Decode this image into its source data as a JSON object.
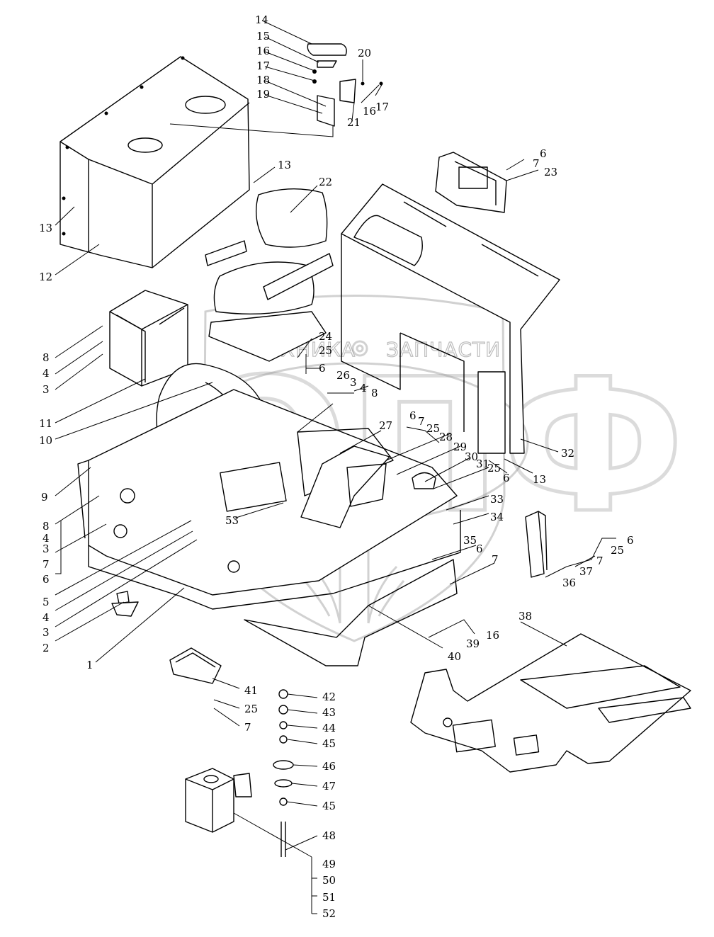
{
  "watermark": {
    "top_text": "ТЕХНИКА",
    "right_text": "ЗАПЧАСТИ",
    "logo_letters": "ЭПФ"
  },
  "callouts": [
    {
      "id": "c14",
      "label": "14"
    },
    {
      "id": "c15",
      "label": "15"
    },
    {
      "id": "c16a",
      "label": "16"
    },
    {
      "id": "c17a",
      "label": "17"
    },
    {
      "id": "c18",
      "label": "18"
    },
    {
      "id": "c19",
      "label": "19"
    },
    {
      "id": "c20",
      "label": "20"
    },
    {
      "id": "c21",
      "label": "21"
    },
    {
      "id": "c16b",
      "label": "16"
    },
    {
      "id": "c17b",
      "label": "17"
    },
    {
      "id": "c13a",
      "label": "13"
    },
    {
      "id": "c13b",
      "label": "13"
    },
    {
      "id": "c12",
      "label": "12"
    },
    {
      "id": "c22",
      "label": "22"
    },
    {
      "id": "c6a",
      "label": "6"
    },
    {
      "id": "c7a",
      "label": "7"
    },
    {
      "id": "c23",
      "label": "23"
    },
    {
      "id": "c8a",
      "label": "8"
    },
    {
      "id": "c4a",
      "label": "4"
    },
    {
      "id": "c3a",
      "label": "3"
    },
    {
      "id": "c11",
      "label": "11"
    },
    {
      "id": "c24",
      "label": "24"
    },
    {
      "id": "c25a",
      "label": "25"
    },
    {
      "id": "c6b",
      "label": "6"
    },
    {
      "id": "c26",
      "label": "26"
    },
    {
      "id": "c3b",
      "label": "3"
    },
    {
      "id": "c4b",
      "label": "4"
    },
    {
      "id": "c8b",
      "label": "8"
    },
    {
      "id": "c10",
      "label": "10"
    },
    {
      "id": "c27",
      "label": "27"
    },
    {
      "id": "c6c",
      "label": "6"
    },
    {
      "id": "c7b",
      "label": "7"
    },
    {
      "id": "c25b",
      "label": "25"
    },
    {
      "id": "c28",
      "label": "28"
    },
    {
      "id": "c29",
      "label": "29"
    },
    {
      "id": "c30",
      "label": "30"
    },
    {
      "id": "c31",
      "label": "31"
    },
    {
      "id": "c25c",
      "label": "25"
    },
    {
      "id": "c6d",
      "label": "6"
    },
    {
      "id": "c32",
      "label": "32"
    },
    {
      "id": "c13c",
      "label": "13"
    },
    {
      "id": "c9",
      "label": "9"
    },
    {
      "id": "c8c",
      "label": "8"
    },
    {
      "id": "c4c",
      "label": "4"
    },
    {
      "id": "c3c",
      "label": "3"
    },
    {
      "id": "c7c",
      "label": "7"
    },
    {
      "id": "c6e",
      "label": "6"
    },
    {
      "id": "c53",
      "label": "53"
    },
    {
      "id": "c33",
      "label": "33"
    },
    {
      "id": "c34",
      "label": "34"
    },
    {
      "id": "c5",
      "label": "5"
    },
    {
      "id": "c4d",
      "label": "4"
    },
    {
      "id": "c3d",
      "label": "3"
    },
    {
      "id": "c2",
      "label": "2"
    },
    {
      "id": "c35",
      "label": "35"
    },
    {
      "id": "c6f",
      "label": "6"
    },
    {
      "id": "c7d",
      "label": "7"
    },
    {
      "id": "c6g",
      "label": "6"
    },
    {
      "id": "c25d",
      "label": "25"
    },
    {
      "id": "c7e",
      "label": "7"
    },
    {
      "id": "c37",
      "label": "37"
    },
    {
      "id": "c36",
      "label": "36"
    },
    {
      "id": "c1",
      "label": "1"
    },
    {
      "id": "c38",
      "label": "38"
    },
    {
      "id": "c16c",
      "label": "16"
    },
    {
      "id": "c39",
      "label": "39"
    },
    {
      "id": "c40",
      "label": "40"
    },
    {
      "id": "c41",
      "label": "41"
    },
    {
      "id": "c25e",
      "label": "25"
    },
    {
      "id": "c7f",
      "label": "7"
    },
    {
      "id": "c42",
      "label": "42"
    },
    {
      "id": "c43",
      "label": "43"
    },
    {
      "id": "c44",
      "label": "44"
    },
    {
      "id": "c45a",
      "label": "45"
    },
    {
      "id": "c46",
      "label": "46"
    },
    {
      "id": "c47",
      "label": "47"
    },
    {
      "id": "c45b",
      "label": "45"
    },
    {
      "id": "c48",
      "label": "48"
    },
    {
      "id": "c49",
      "label": "49"
    },
    {
      "id": "c50",
      "label": "50"
    },
    {
      "id": "c51",
      "label": "51"
    },
    {
      "id": "c52",
      "label": "52"
    }
  ]
}
